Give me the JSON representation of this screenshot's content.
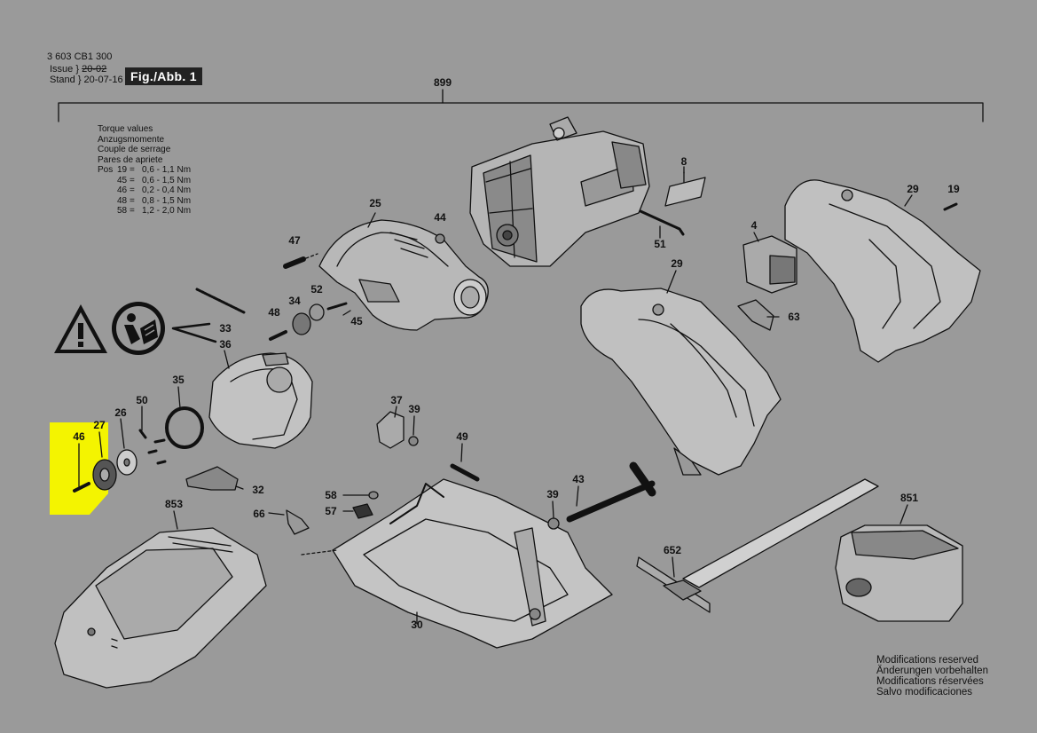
{
  "header": {
    "part_number": "3 603 CB1 300",
    "issue_label": "Issue",
    "issue_value": "20-02",
    "stand_label": "Stand",
    "stand_value": "20-07-16",
    "figure_label": "Fig./Abb. 1"
  },
  "torque": {
    "titles": [
      "Torque values",
      "Anzugsmomente",
      "Couple de serrage",
      "Pares de apriete"
    ],
    "pos_label": "Pos",
    "rows": [
      {
        "pos": "19",
        "value": "0,6 - 1,1 Nm"
      },
      {
        "pos": "45",
        "value": "0,6 - 1,5 Nm"
      },
      {
        "pos": "46",
        "value": "0,2 - 0,4 Nm"
      },
      {
        "pos": "48",
        "value": "0,8 - 1,5 Nm"
      },
      {
        "pos": "58",
        "value": "1,2 - 2,0 Nm"
      }
    ]
  },
  "parts": {
    "p899": "899",
    "p8": "8",
    "p29a": "29",
    "p19": "19",
    "p25": "25",
    "p44": "44",
    "p47": "47",
    "p4": "4",
    "p51": "51",
    "p29b": "29",
    "p34": "34",
    "p52": "52",
    "p48": "48",
    "p45": "45",
    "p63": "63",
    "p33": "33",
    "p36": "36",
    "p35": "35",
    "p50": "50",
    "p26": "26",
    "p27": "27",
    "p46": "46",
    "p37": "37",
    "p39a": "39",
    "p49": "49",
    "p32": "32",
    "p853": "853",
    "p58": "58",
    "p57": "57",
    "p66": "66",
    "p39b": "39",
    "p43": "43",
    "p851": "851",
    "p652": "652",
    "p30": "30"
  },
  "modifications": [
    "Modifications reserved",
    "Änderungen vorbehalten",
    "Modifications réservées",
    "Salvo modificaciones"
  ],
  "colors": {
    "background": "#9a9a9a",
    "highlight": "#f4f400",
    "line": "#111111"
  }
}
